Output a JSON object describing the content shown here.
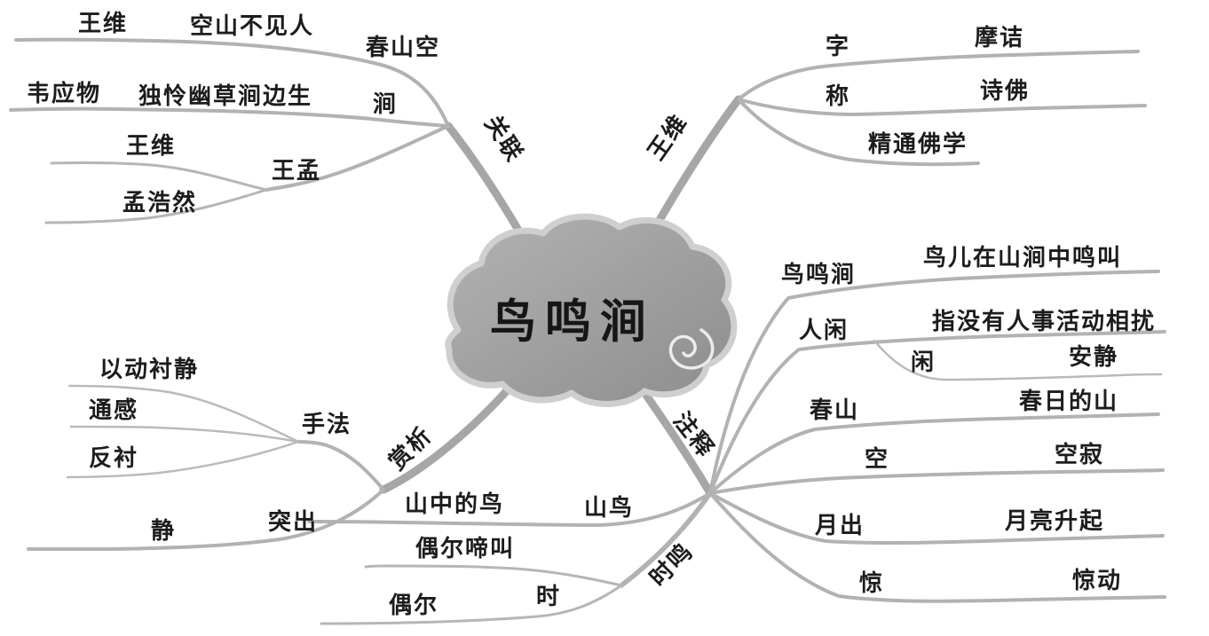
{
  "center": {
    "label": "鸟鸣涧"
  },
  "branches": {
    "guanlian": {
      "label": "关联",
      "chunshankong": {
        "author": "王维",
        "quote": "空山不见人",
        "node": "春山空"
      },
      "jian": {
        "author": "韦应物",
        "quote": "独怜幽草涧边生",
        "node": "涧"
      },
      "wangmeng": {
        "node": "王孟",
        "members": [
          "王维",
          "孟浩然"
        ]
      }
    },
    "wangwei": {
      "label": "王维",
      "zi": {
        "key": "字",
        "value": "摩诘"
      },
      "cheng": {
        "key": "称",
        "value": "诗佛"
      },
      "foxue": {
        "key": "精通佛学"
      }
    },
    "zhushi": {
      "label": "注释",
      "niaomingjian": {
        "key": "鸟鸣涧",
        "value": "鸟儿在山涧中鸣叫"
      },
      "renxian": {
        "key": "人闲",
        "value": "指没有人事活动相扰"
      },
      "xian": {
        "key": "闲",
        "value": "安静"
      },
      "chunshan": {
        "key": "春山",
        "value": "春日的山"
      },
      "kong": {
        "key": "空",
        "value": "空寂"
      },
      "yuechu": {
        "key": "月出",
        "value": "月亮升起"
      },
      "jing": {
        "key": "惊",
        "value": "惊动"
      },
      "shanniao": {
        "key": "山鸟",
        "value": "山中的鸟"
      },
      "shiming": {
        "label": "时鸣",
        "value": "偶尔啼叫",
        "shi": {
          "key": "时",
          "value": "偶尔"
        }
      }
    },
    "shangxi": {
      "label": "赏析",
      "shoufa": {
        "node": "手法",
        "items": [
          "以动衬静",
          "通感",
          "反衬"
        ]
      },
      "tuchu": {
        "node": "突出",
        "value": "静"
      }
    }
  },
  "colors": {
    "line": "#b2b2b2",
    "cloud": "#9b9b9b",
    "cloud_rim": "#cfcfcf",
    "text": "#1c1c1c"
  }
}
